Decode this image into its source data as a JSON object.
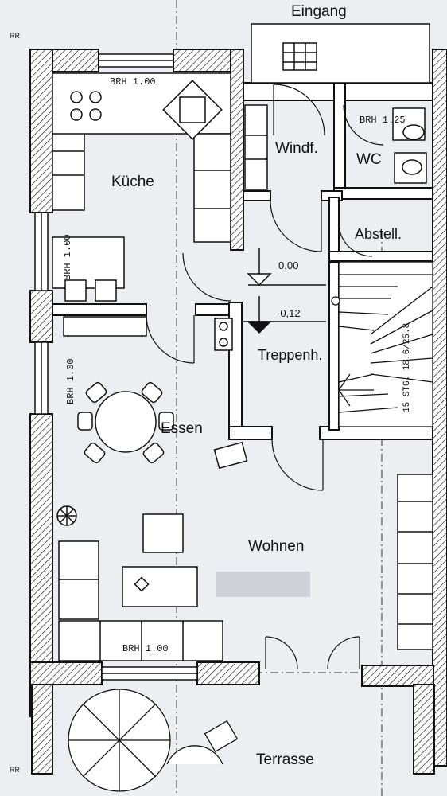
{
  "rooms": {
    "eingang": "Eingang",
    "kueche": "Küche",
    "windf": "Windf.",
    "wc": "WC",
    "abstell": "Abstell.",
    "treppenh": "Treppenh.",
    "essen": "Essen",
    "wohnen": "Wohnen",
    "terrasse": "Terrasse"
  },
  "levels": {
    "upper": "0,00",
    "lower": "-0,12"
  },
  "brh": {
    "kueche_top": "BRH 1.00",
    "kueche_side": "BRH 1.00",
    "essen_side": "BRH 1.00",
    "wohnen_bottom": "BRH 1.00",
    "wc": "BRH 1.25"
  },
  "stair_note": "15 STG. 18.6/25.8",
  "corner_marks": {
    "top": "RR",
    "bottom": "RR"
  }
}
